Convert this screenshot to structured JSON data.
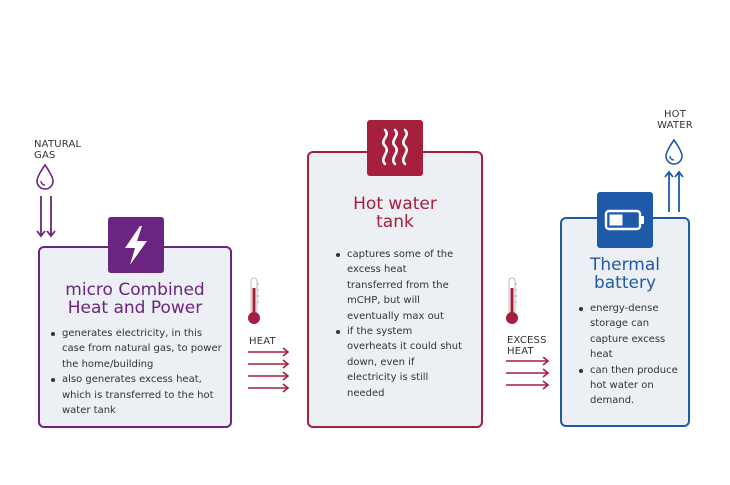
{
  "colors": {
    "purple": "#6b2580",
    "red": "#a61f3d",
    "blue": "#1e5aa8",
    "box_fill": "#eceff3"
  },
  "inputs": {
    "natural_gas": "NATURAL\nGAS",
    "heat": "HEAT",
    "excess_heat": "EXCESS\nHEAT",
    "hot_water": "HOT\nWATER"
  },
  "mchp": {
    "icon": "lightning-bolt-icon",
    "title": "micro Combined\nHeat and Power",
    "bullets": [
      "generates electricity, in this case from natural gas, to power the home/building",
      "also generates excess heat, which is transferred to the hot water tank"
    ]
  },
  "tank": {
    "icon": "heat-waves-icon",
    "title": "Hot water\ntank",
    "bullets": [
      "captures some of the excess heat transferred from the mCHP, but will eventually max out",
      "if the system overheats it could shut down, even if electricity is still needed"
    ]
  },
  "battery": {
    "icon": "battery-icon",
    "title": "Thermal\nbattery",
    "bullets": [
      "energy-dense storage can capture excess heat",
      "can then produce hot water on demand."
    ]
  }
}
